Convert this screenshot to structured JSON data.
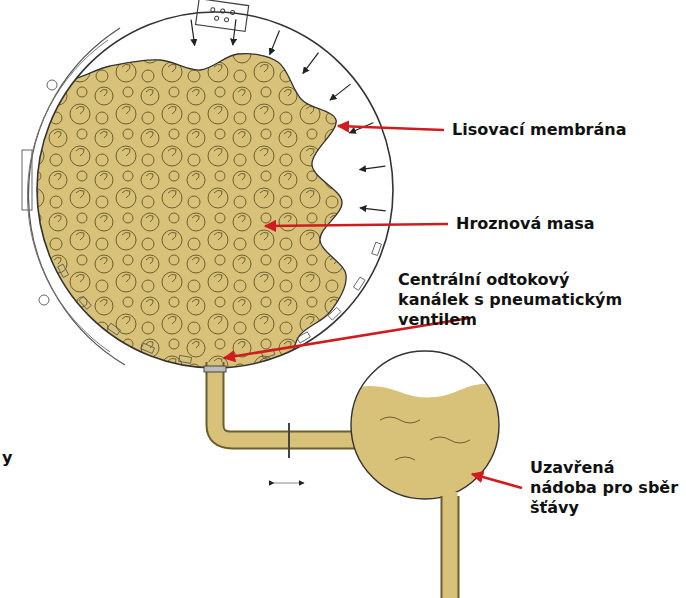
{
  "diagram": {
    "labels": [
      "Lisovací membrána",
      "Hroznová masa",
      "Centrální odtokový kanálek s pneumatickým ventilem",
      "Uzavřená nádoba pro sběr šťávy",
      "y"
    ]
  }
}
